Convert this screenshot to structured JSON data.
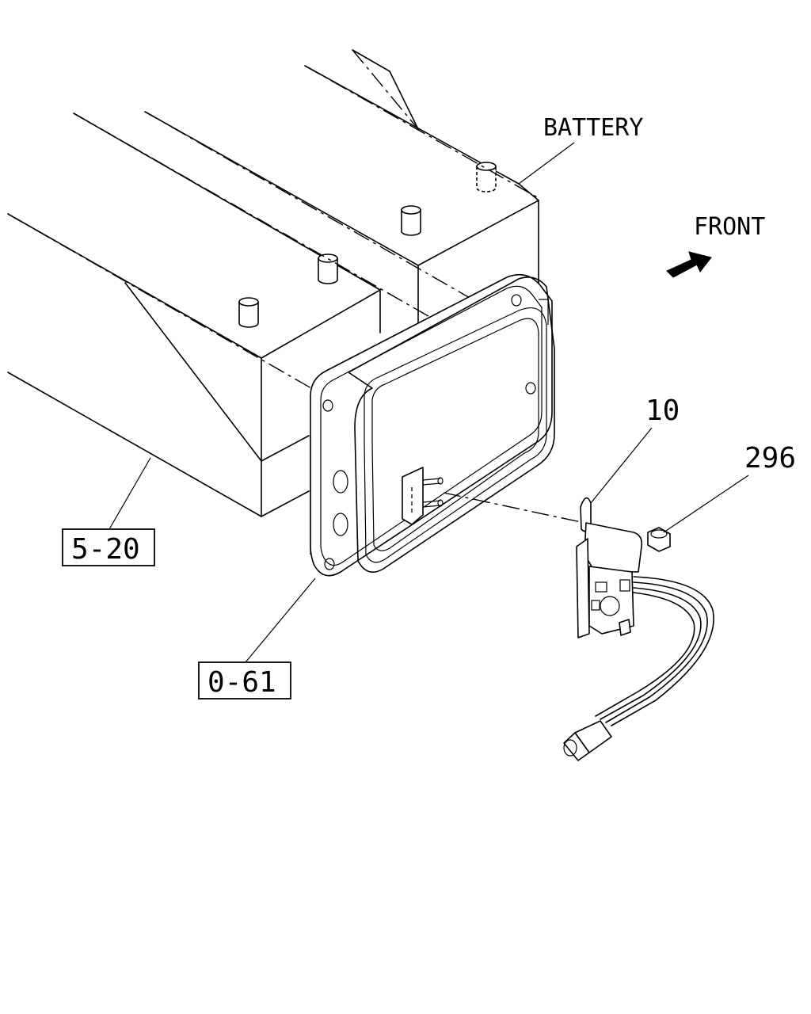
{
  "labels": {
    "battery": "BATTERY",
    "front": "FRONT",
    "part_10": "10",
    "part_296": "296",
    "ref_5_20": "5-20",
    "ref_0_61": "0-61"
  },
  "colors": {
    "line": "#000000",
    "background": "#ffffff"
  }
}
